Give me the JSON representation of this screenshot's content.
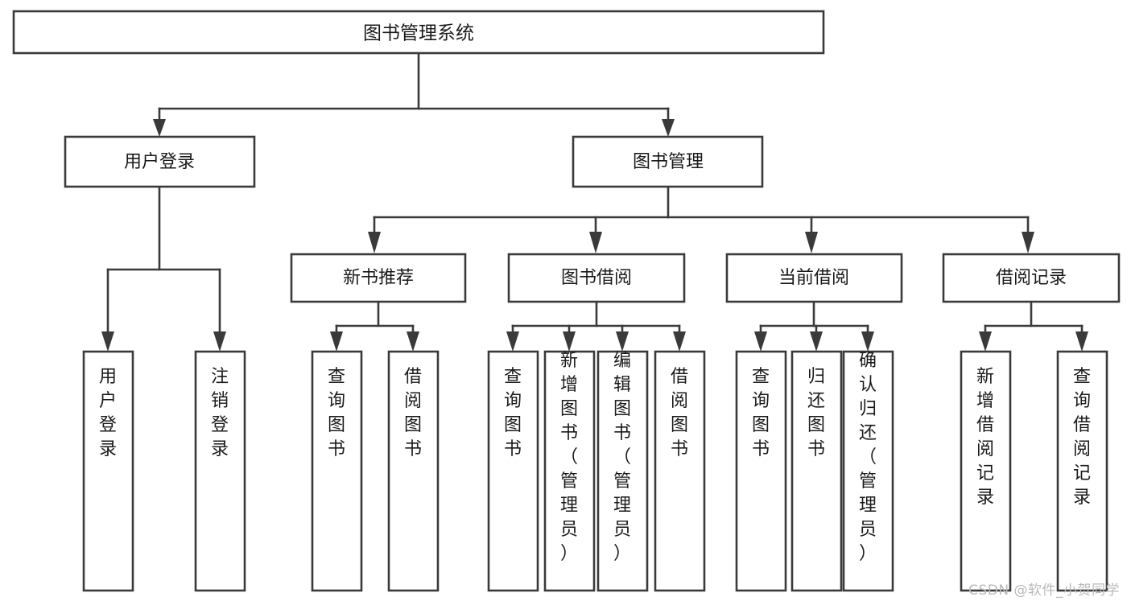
{
  "diagram": {
    "kind": "tree-structure-chart",
    "title": "图书管理系统",
    "background_color": "#ffffff",
    "line_color": "#3a3a3a",
    "text_color": "#1a1a1a",
    "root": {
      "id": "root",
      "label": "图书管理系统",
      "orientation": "horizontal"
    },
    "level2": [
      {
        "id": "user-login",
        "label": "用户登录",
        "orientation": "horizontal"
      },
      {
        "id": "book-manage",
        "label": "图书管理",
        "orientation": "horizontal"
      }
    ],
    "level3": [
      {
        "id": "new-book-rec",
        "label": "新书推荐",
        "orientation": "horizontal",
        "parent": "book-manage"
      },
      {
        "id": "book-borrow",
        "label": "图书借阅",
        "orientation": "horizontal",
        "parent": "book-manage"
      },
      {
        "id": "current-borrow",
        "label": "当前借阅",
        "orientation": "horizontal",
        "parent": "book-manage"
      },
      {
        "id": "borrow-record",
        "label": "借阅记录",
        "orientation": "horizontal",
        "parent": "book-manage"
      }
    ],
    "leaves": [
      {
        "id": "leaf-user-login",
        "label": "用户登录",
        "orientation": "vertical",
        "parent": "user-login",
        "chars": [
          "用",
          "户",
          "登",
          "录"
        ]
      },
      {
        "id": "leaf-logout",
        "label": "注销登录",
        "orientation": "vertical",
        "parent": "user-login",
        "chars": [
          "注",
          "销",
          "登",
          "录"
        ]
      },
      {
        "id": "leaf-query-book-1",
        "label": "查询图书",
        "orientation": "vertical",
        "parent": "new-book-rec",
        "chars": [
          "查",
          "询",
          "图",
          "书"
        ]
      },
      {
        "id": "leaf-borrow-book-1",
        "label": "借阅图书",
        "orientation": "vertical",
        "parent": "new-book-rec",
        "chars": [
          "借",
          "阅",
          "图",
          "书"
        ]
      },
      {
        "id": "leaf-query-book-2",
        "label": "查询图书",
        "orientation": "vertical",
        "parent": "book-borrow",
        "chars": [
          "查",
          "询",
          "图",
          "书"
        ]
      },
      {
        "id": "leaf-add-book",
        "label": "新增图书（管理员）",
        "orientation": "vertical",
        "parent": "book-borrow",
        "chars": [
          "新",
          "增",
          "图",
          "书",
          "（",
          "管",
          "理",
          "员",
          "）"
        ]
      },
      {
        "id": "leaf-edit-book",
        "label": "编辑图书（管理员）",
        "orientation": "vertical",
        "parent": "book-borrow",
        "chars": [
          "编",
          "辑",
          "图",
          "书",
          "（",
          "管",
          "理",
          "员",
          "）"
        ]
      },
      {
        "id": "leaf-borrow-book-2",
        "label": "借阅图书",
        "orientation": "vertical",
        "parent": "book-borrow",
        "chars": [
          "借",
          "阅",
          "图",
          "书"
        ]
      },
      {
        "id": "leaf-query-book-3",
        "label": "查询图书",
        "orientation": "vertical",
        "parent": "current-borrow",
        "chars": [
          "查",
          "询",
          "图",
          "书"
        ]
      },
      {
        "id": "leaf-return-book",
        "label": "归还图书",
        "orientation": "vertical",
        "parent": "current-borrow",
        "chars": [
          "归",
          "还",
          "图",
          "书"
        ]
      },
      {
        "id": "leaf-confirm-return",
        "label": "确认归还（管理员）",
        "orientation": "vertical",
        "parent": "current-borrow",
        "chars": [
          "确",
          "认",
          "归",
          "还",
          "（",
          "管",
          "理",
          "员",
          "）"
        ]
      },
      {
        "id": "leaf-add-record",
        "label": "新增借阅记录",
        "orientation": "vertical",
        "parent": "borrow-record",
        "chars": [
          "新",
          "增",
          "借",
          "阅",
          "记",
          "录"
        ]
      },
      {
        "id": "leaf-query-record",
        "label": "查询借阅记录",
        "orientation": "vertical",
        "parent": "borrow-record",
        "chars": [
          "查",
          "询",
          "借",
          "阅",
          "记",
          "录"
        ]
      }
    ],
    "watermark": "CSDN @软件_小贺同学"
  }
}
